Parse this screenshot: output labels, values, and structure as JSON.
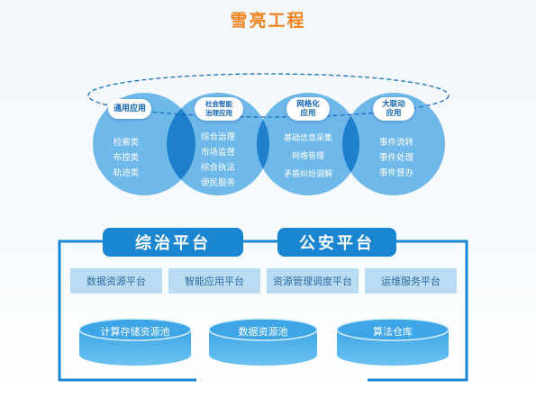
{
  "title": "雪亮工程",
  "circles": [
    {
      "tag": [
        "通用应用"
      ],
      "items": [
        "检索类",
        "布控类",
        "轨迹类"
      ]
    },
    {
      "tag": [
        "社会智能",
        "治理应用"
      ],
      "items": [
        "综合治理",
        "市场监督",
        "综合执法",
        "便民服务"
      ]
    },
    {
      "tag": [
        "网格化",
        "应用"
      ],
      "items": [
        "基础信息采集",
        "网格管理",
        "矛盾纠纷调解"
      ]
    },
    {
      "tag": [
        "大联动",
        "应用"
      ],
      "items": [
        "事件流转",
        "事件处理",
        "事件督办"
      ]
    }
  ],
  "platforms": {
    "left": "综治平台",
    "right": "公安平台"
  },
  "services": [
    "数据资源平台",
    "智能应用平台",
    "资源管理调度平台",
    "运维服务平台"
  ],
  "pools": [
    "计算存储资源池",
    "数据资源池",
    "算法仓库"
  ],
  "colors": {
    "title": "#f0831f",
    "circle": "#6fb8ea",
    "overlap": "#1e80cc",
    "platform": "#1a85d0",
    "service": "#b9dcf3",
    "pool": "#4fb0e8",
    "frame": "#1a85d0"
  }
}
